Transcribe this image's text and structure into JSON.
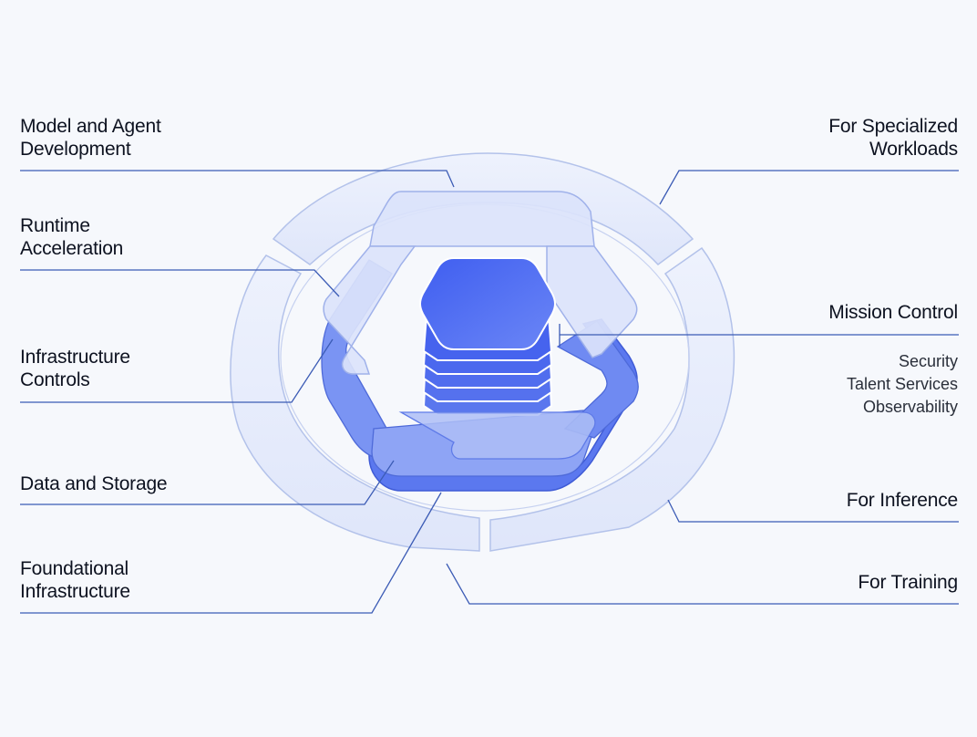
{
  "left_labels": {
    "model_agent": "Model and Agent\nDevelopment",
    "runtime": "Runtime\nAcceleration",
    "infra_controls": "Infrastructure\nControls",
    "data_storage": "Data and Storage",
    "foundational": "Foundational\nInfrastructure"
  },
  "right_labels": {
    "specialized": "For Specialized\nWorkloads",
    "mission_control": "Mission Control",
    "inference": "For Inference",
    "training": "For Training"
  },
  "mission_control_items": [
    "Security",
    "Talent Services",
    "Observability"
  ],
  "colors": {
    "background": "#f6f8fc",
    "line": "#3b5bb5",
    "ring_fill": "#e9eefb",
    "ring_stroke": "#aebde8",
    "hex_dark": "#4d6cf0",
    "hex_mid": "#7b93f2",
    "hex_light": "#c9d5f8"
  }
}
